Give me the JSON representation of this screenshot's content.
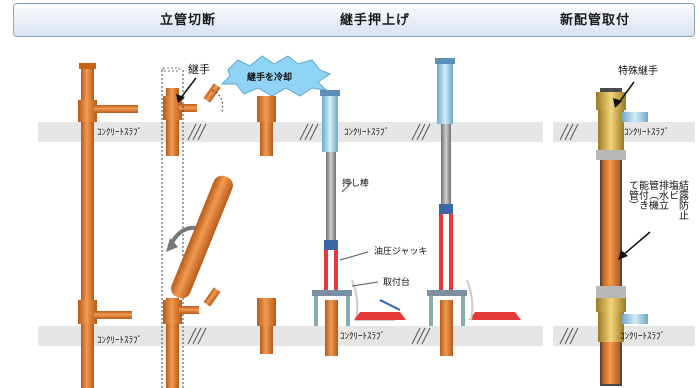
{
  "header": {
    "step1": "立管切断",
    "step2": "継手押上げ",
    "step3": "新配管取付"
  },
  "labels": {
    "slab_1": "ｺﾝｸﾘｰﾄｽﾗﾌﾞ",
    "slab_2": "ｺﾝｸﾘｰﾄｽﾗﾌﾞ",
    "slab_3": "ｺﾝｸﾘｰﾄｽﾗﾌﾞ",
    "slab_4": "ｺﾝｸﾘｰﾄｽﾗﾌﾞ",
    "slab_5": "ｺﾝｸﾘｰﾄｽﾗﾌﾞ",
    "slab_6": "ｺﾝｸﾘｰﾄｽﾗﾌﾞ",
    "joint": "継手",
    "cooling_burst": "継手を冷却",
    "push_rod": "押し棒",
    "hydraulic_jack": "油圧ジャッキ",
    "mount": "取付台",
    "special_joint": "特殊継手",
    "new_pipe_col1": "結露防止",
    "new_pipe_col2": "塩ビ",
    "new_pipe_col3": "排水立",
    "new_pipe_col4": "管（機",
    "new_pipe_col5": "能付き",
    "new_pipe_col6": "て管）"
  },
  "colors": {
    "pipe": "#e07b2c",
    "pipe_dark": "#b85a17",
    "slab": "#e6e6e6",
    "jack_rod": "#a7d7ef",
    "jack_red": "#e63a3a",
    "new_pipe_gold": "#d9b04a",
    "burst": "#8fd3f5"
  }
}
